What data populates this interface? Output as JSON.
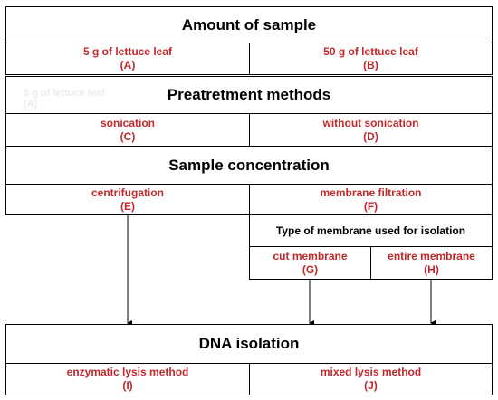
{
  "amount": {
    "title": "Amount of sample",
    "options": [
      {
        "label": "5 g of lettuce leaf",
        "code": "(A)"
      },
      {
        "label": "50 g of lettuce leaf",
        "code": "(B)"
      }
    ]
  },
  "pretreatment": {
    "title": "Preatretment methods",
    "options": [
      {
        "label": "sonication",
        "code": "(C)"
      },
      {
        "label": "without sonication",
        "code": "(D)"
      }
    ]
  },
  "concentration": {
    "title": "Sample concentration",
    "options": [
      {
        "label": "centrifugation",
        "code": "(E)"
      },
      {
        "label": "membrane filtration",
        "code": "(F)"
      }
    ],
    "membrane_type_title": "Type of membrane used for isolation",
    "membrane_options": [
      {
        "label": "cut membrane",
        "code": "(G)"
      },
      {
        "label": "entire membrane",
        "code": "(H)"
      }
    ]
  },
  "dna": {
    "title": "DNA isolation",
    "options": [
      {
        "label": "enzymatic lysis method",
        "code": "(I)"
      },
      {
        "label": "mixed lysis method",
        "code": "(J)"
      }
    ]
  },
  "colors": {
    "option_text": "#c0292b",
    "border": "#000000"
  }
}
